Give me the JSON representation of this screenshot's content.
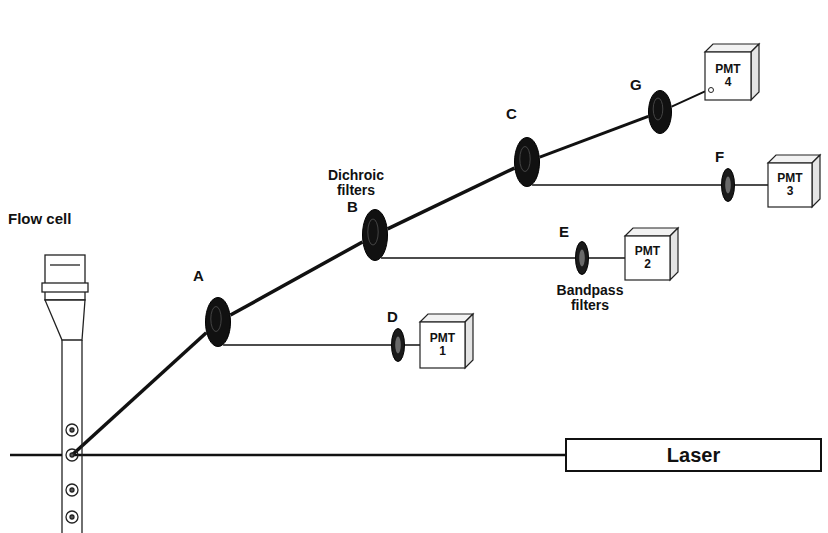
{
  "diagram": {
    "nodes": [
      {
        "text": [
          "Flow cell"
        ]
      },
      {
        "text": [
          "A"
        ]
      },
      {
        "text": [
          "B"
        ]
      },
      {
        "text": [
          "C"
        ]
      },
      {
        "text": [
          "G"
        ]
      },
      {
        "text": [
          "D"
        ]
      },
      {
        "text": [
          "E"
        ]
      },
      {
        "text": [
          "F"
        ]
      },
      {
        "text": [
          "PMT 1"
        ]
      },
      {
        "text": [
          "PMT 2"
        ]
      },
      {
        "text": [
          "PMT 3"
        ]
      },
      {
        "text": [
          "PMT 4"
        ]
      },
      {
        "text": [
          "Laser"
        ]
      }
    ],
    "edges": [
      {
        "from": 12,
        "to": 0,
        "arrow": "none"
      },
      {
        "from": 0,
        "to": 1,
        "arrow": "none"
      },
      {
        "from": 1,
        "to": 2,
        "arrow": "none"
      },
      {
        "from": 2,
        "to": 3,
        "arrow": "none"
      },
      {
        "from": 3,
        "to": 4,
        "arrow": "none"
      },
      {
        "from": 4,
        "to": 11,
        "arrow": "none"
      },
      {
        "from": 1,
        "to": 5,
        "arrow": "none"
      },
      {
        "from": 5,
        "to": 8,
        "arrow": "none"
      },
      {
        "from": 2,
        "to": 6,
        "arrow": "none"
      },
      {
        "from": 6,
        "to": 9,
        "arrow": "none"
      },
      {
        "from": 3,
        "to": 7,
        "arrow": "none"
      },
      {
        "from": 7,
        "to": 10,
        "arrow": "none"
      }
    ],
    "labels": [
      "Dichroic filters",
      "Bandpass filters"
    ]
  }
}
